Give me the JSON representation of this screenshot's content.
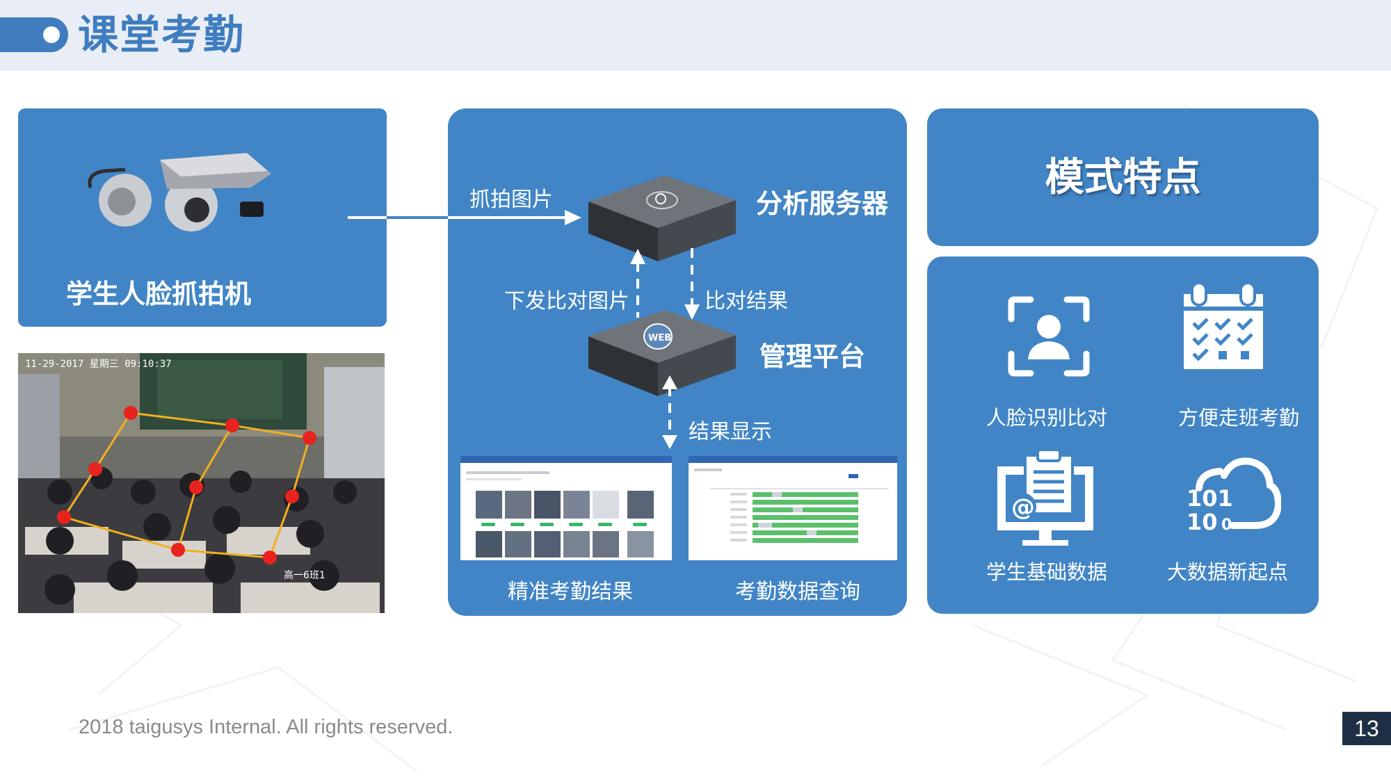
{
  "header": {
    "title": "课堂考勤"
  },
  "camera_panel": {
    "label": "学生人脸抓拍机",
    "overlay_text": "11-29-2017 星期三 09:10:37",
    "class_text": "高一6班1"
  },
  "flow": {
    "capture_label": "抓拍图片",
    "server_label": "分析服务器",
    "dispatch_label": "下发比对图片",
    "compare_label": "比对结果",
    "platform_label": "管理平台",
    "platform_badge": "WEB",
    "display_label": "结果显示",
    "result_label": "精准考勤结果",
    "query_label": "考勤数据查询"
  },
  "mode": {
    "title": "模式特点"
  },
  "features": [
    {
      "label": "人脸识别比对",
      "icon": "face-recognition-icon"
    },
    {
      "label": "方便走班考勤",
      "icon": "calendar-check-icon"
    },
    {
      "label": "学生基础数据",
      "icon": "monitor-clipboard-icon"
    },
    {
      "label": "大数据新起点",
      "icon": "binary-cloud-icon"
    }
  ],
  "footer": {
    "copyright": "2018 taigusys Internal. All rights reserved.",
    "page": "13"
  },
  "colors": {
    "accent": "#4185c6",
    "header_bg": "#e9edf5",
    "page_badge": "#1e2f45",
    "trackline": "#f2b01e",
    "trackpoint": "#e8231f",
    "bar_green": "#5bbf6b"
  }
}
